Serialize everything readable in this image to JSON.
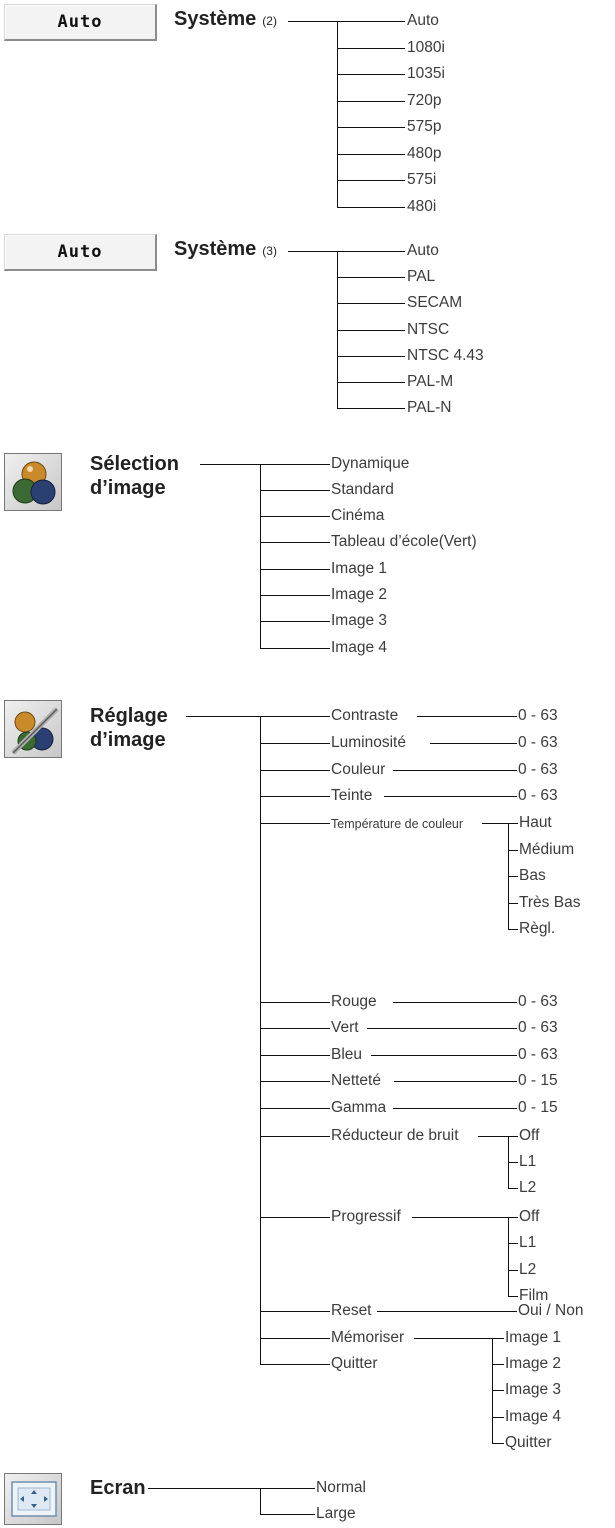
{
  "systeme2": {
    "button": "Auto",
    "title": "Système",
    "sup": "(2)",
    "items": [
      "Auto",
      "1080i",
      "1035i",
      "720p",
      "575p",
      "480p",
      "575i",
      "480i"
    ]
  },
  "systeme3": {
    "button": "Auto",
    "title": "Système",
    "sup": "(3)",
    "items": [
      "Auto",
      "PAL",
      "SECAM",
      "NTSC",
      "NTSC 4.43",
      "PAL-M",
      "PAL-N"
    ]
  },
  "selection": {
    "title_line1": "Sélection",
    "title_line2": "d’image",
    "icon": "color-balls-icon",
    "items": [
      "Dynamique",
      "Standard",
      "Cinéma",
      "Tableau d’école(Vert)",
      "Image 1",
      "Image 2",
      "Image 3",
      "Image 4"
    ]
  },
  "reglage": {
    "title_line1": "Réglage",
    "title_line2": "d’image",
    "icon": "image-adjust-icon",
    "items": [
      {
        "label": "Contraste",
        "value": "0 - 63"
      },
      {
        "label": "Luminosité",
        "value": "0 - 63"
      },
      {
        "label": "Couleur",
        "value": "0 - 63"
      },
      {
        "label": "Teinte",
        "value": "0 - 63"
      },
      {
        "label": "Température de couleur",
        "options": [
          "Haut",
          "Médium",
          "Bas",
          "Très Bas",
          "Règl."
        ]
      },
      {
        "label": "Rouge",
        "value": "0 - 63"
      },
      {
        "label": "Vert",
        "value": "0 - 63"
      },
      {
        "label": "Bleu",
        "value": "0 - 63"
      },
      {
        "label": "Netteté",
        "value": "0 - 15"
      },
      {
        "label": "Gamma",
        "value": "0 - 15"
      },
      {
        "label": "Réducteur de bruit",
        "options": [
          "Off",
          "L1",
          "L2"
        ]
      },
      {
        "label": "Progressif",
        "options": [
          "Off",
          "L1",
          "L2",
          "Film"
        ]
      },
      {
        "label": "Reset",
        "value": "Oui / Non"
      },
      {
        "label": "Mémoriser",
        "options": [
          "Image 1",
          "Image 2",
          "Image 3",
          "Image 4",
          "Quitter"
        ]
      },
      {
        "label": "Quitter"
      }
    ]
  },
  "ecran": {
    "title": "Ecran",
    "icon": "screen-arrows-icon",
    "items": [
      "Normal",
      "Large"
    ]
  }
}
